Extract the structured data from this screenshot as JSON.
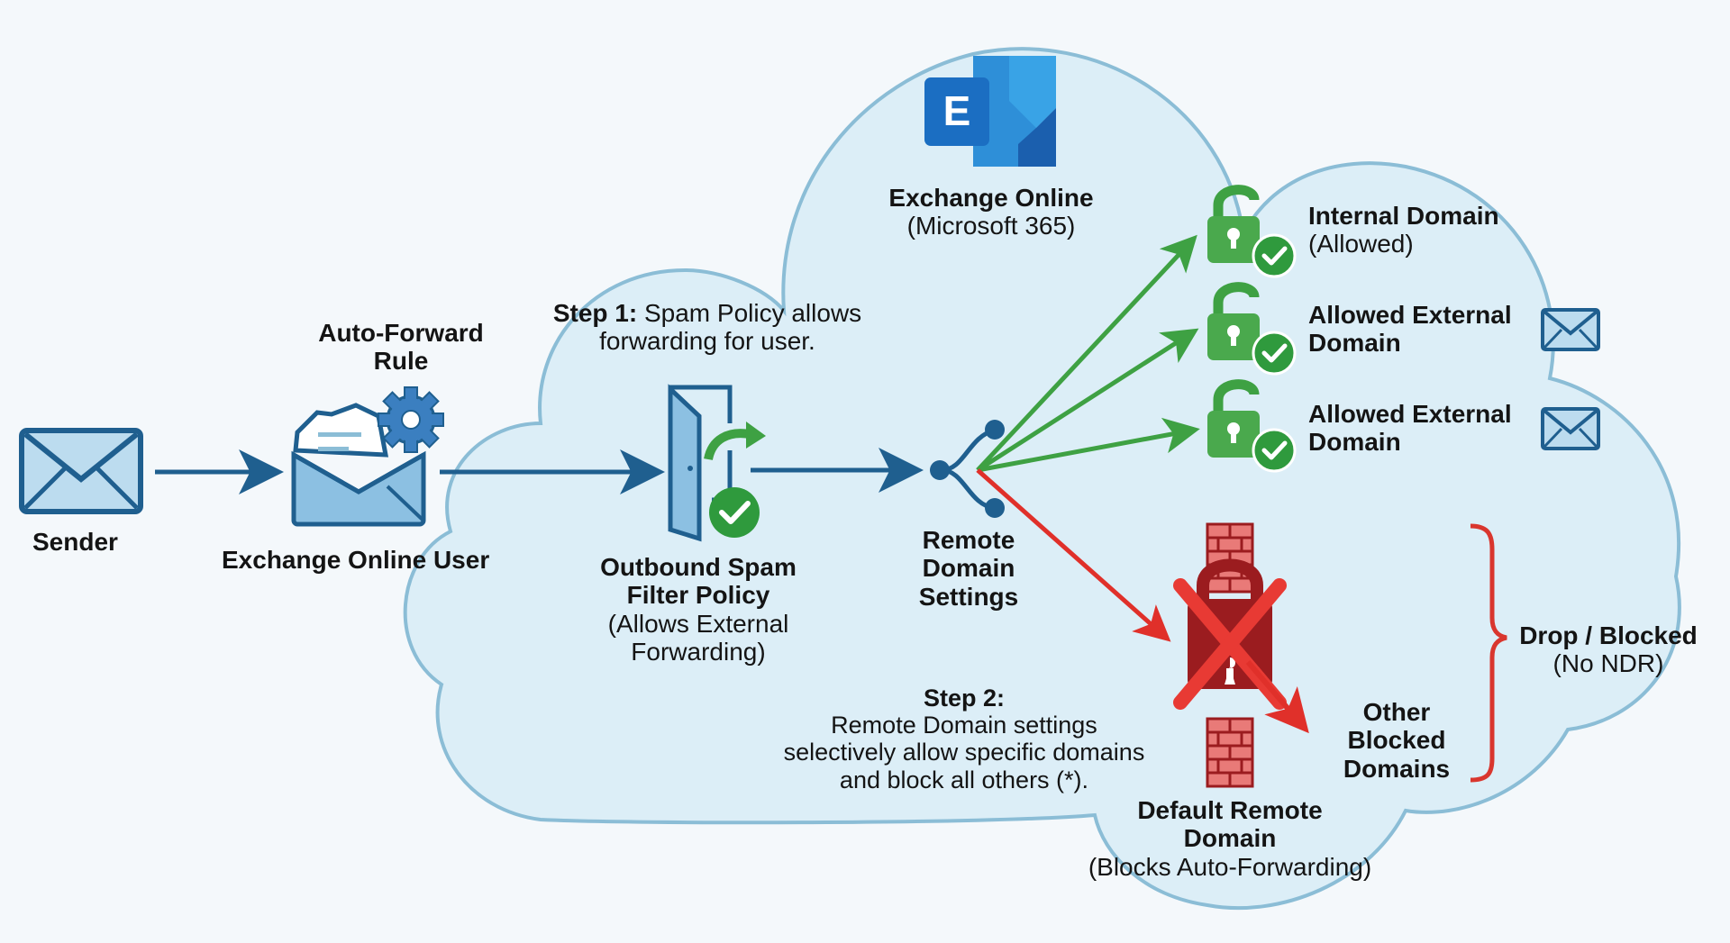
{
  "diagram": {
    "title": "Exchange Online auto-forwarding control flow",
    "colors": {
      "background": "#f4f8fb",
      "cloud_fill": "#dceef7",
      "cloud_stroke": "#8bbdd6",
      "flow_blue": "#1f5f8f",
      "allow_green": "#3ea143",
      "block_red": "#e0302a",
      "lock_dark_red": "#9b1c1f",
      "brick_red": "#e36a6a",
      "exchange_blue": "#1b6ec2"
    }
  },
  "cloud": {
    "title": "Exchange Online",
    "subtitle": "(Microsoft 365)",
    "logo_letter": "E"
  },
  "nodes": {
    "sender": {
      "label": "Sender",
      "icon": "envelope-icon"
    },
    "auto_forward_rule": {
      "label_line1": "Auto-Forward",
      "label_line2": "Rule",
      "icon": "gear-icon"
    },
    "user": {
      "label": "Exchange Online User",
      "icon": "open-envelope-icon"
    },
    "spam_policy": {
      "title_line1": "Outbound Spam",
      "title_line2": "Filter Policy",
      "desc_line1": "(Allows External",
      "desc_line2": "Forwarding)",
      "icon": "door-exit-icon"
    },
    "remote_domain": {
      "label_line1": "Remote",
      "label_line2": "Domain",
      "label_line3": "Settings",
      "icon": "branch-split-icon"
    },
    "default_remote_domain": {
      "title_line1": "Default Remote",
      "title_line2": "Domain",
      "desc": "(Blocks Auto-Forwarding)",
      "icon": "firewall-lock-icon"
    }
  },
  "steps": {
    "step1": {
      "bold": "Step 1:",
      "text_line1": " Spam Policy allows",
      "text_line2": "forwarding for user."
    },
    "step2": {
      "bold": "Step 2:",
      "text_line1": "Remote Domain settings",
      "text_line2": "selectively allow specific domains",
      "text_line3": "and block all others (*)."
    }
  },
  "destinations": [
    {
      "title": "Internal Domain",
      "subtitle": "(Allowed)",
      "status": "allowed",
      "mail_icon": false
    },
    {
      "title": "Allowed External",
      "subtitle": "Domain",
      "status": "allowed",
      "mail_icon": true
    },
    {
      "title": "Allowed External",
      "subtitle": "Domain",
      "status": "allowed",
      "mail_icon": true
    }
  ],
  "blocked": {
    "other_line1": "Other",
    "other_line2": "Blocked",
    "other_line3": "Domains",
    "result_title": "Drop / Blocked",
    "result_sub": "(No NDR)"
  }
}
